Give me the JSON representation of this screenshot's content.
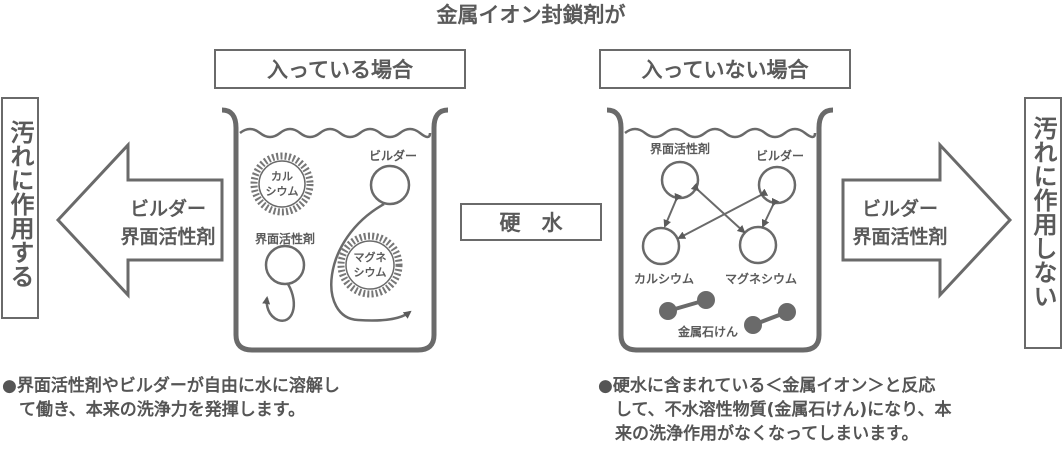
{
  "title": "金属イオン封鎖剤が",
  "left": {
    "heading": "入っている場合",
    "side_label": "汚れに作用する",
    "arrow_line1": "ビルダー",
    "arrow_line2": "界面活性剤",
    "label_builder": "ビルダー",
    "label_surfactant": "界面活性剤",
    "calcium_line1": "カル",
    "calcium_line2": "シウム",
    "magnesium_line1": "マグネ",
    "magnesium_line2": "シウム",
    "note_line1": "●界面活性剤やビルダーが自由に水に溶解し",
    "note_line2": "　て働き、本来の洗浄力を発揮します。"
  },
  "center": {
    "label": "硬　水"
  },
  "right": {
    "heading": "入っていない場合",
    "side_label": "汚れに作用しない",
    "arrow_line1": "ビルダー",
    "arrow_line2": "界面活性剤",
    "label_surfactant": "界面活性剤",
    "label_builder": "ビルダー",
    "label_calcium": "カルシウム",
    "label_magnesium": "マグネシウム",
    "label_soap": "金属石けん",
    "note_line1": "●硬水に含まれている＜金属イオン＞と反応",
    "note_line2": "　して、不水溶性物質(金属石けん)になり、本",
    "note_line3": "　来の洗浄作用がなくなってしまいます。"
  },
  "colors": {
    "ink": "#5a5a5a",
    "fill": "#ffffff"
  }
}
